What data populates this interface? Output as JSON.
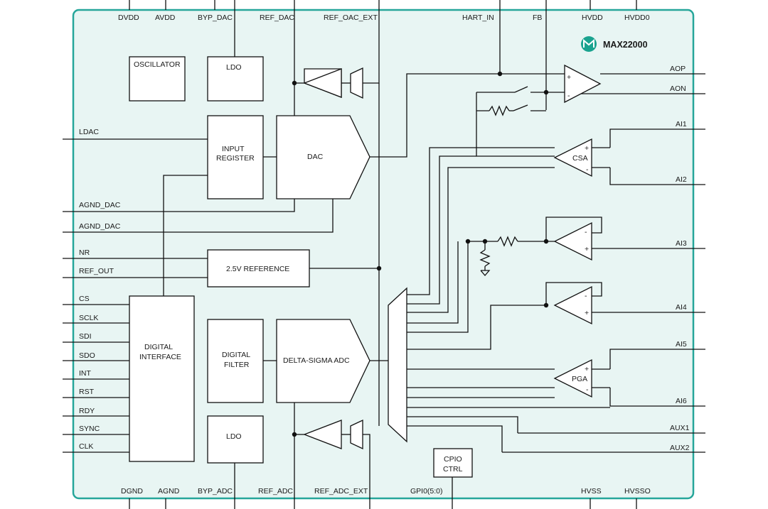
{
  "chip": {
    "brand_color": "#1aa38f",
    "part_number": "MAX22000",
    "border_color": "#26a69a",
    "fill_color": "#e8f5f3"
  },
  "top_pins": [
    "DVDD",
    "AVDD",
    "BYP_DAC",
    "REF_DAC",
    "REF_OAC_EXT",
    "HART_IN",
    "FB",
    "HVDD",
    "HVDD0"
  ],
  "bottom_pins": [
    "DGND",
    "AGND",
    "BYP_ADC",
    "REF_ADC",
    "REF_ADC_EXT",
    "GPI0(5:0)",
    "HVSS",
    "HVSSO"
  ],
  "left_pins": [
    "LDAC",
    "AGND_DAC",
    "AGND_DAC",
    "NR",
    "REF_OUT",
    "CS",
    "SCLK",
    "SDI",
    "SDO",
    "INT",
    "RST",
    "RDY",
    "SYNC",
    "CLK"
  ],
  "right_pins": [
    "AOP",
    "AON",
    "AI1",
    "AI2",
    "AI3",
    "AI4",
    "AI5",
    "AI6",
    "AUX1",
    "AUX2"
  ],
  "blocks": {
    "oscillator": "OSCILLATOR",
    "ldo_top": "LDO",
    "ldo_bottom": "LDO",
    "input_register": [
      "INPUT",
      "REGISTER"
    ],
    "dac": "DAC",
    "reference": "2.5V REFERENCE",
    "digital_interface": [
      "DIGITAL",
      "INTERFACE"
    ],
    "digital_filter": [
      "DIGITAL",
      "FILTER"
    ],
    "adc": "DELTA-SIGMA ADC",
    "gpio_ctrl": [
      "CPIO",
      "CTRL"
    ],
    "csa": "CSA",
    "pga": "PGA"
  },
  "signs": {
    "plus": "+",
    "minus": "-"
  }
}
